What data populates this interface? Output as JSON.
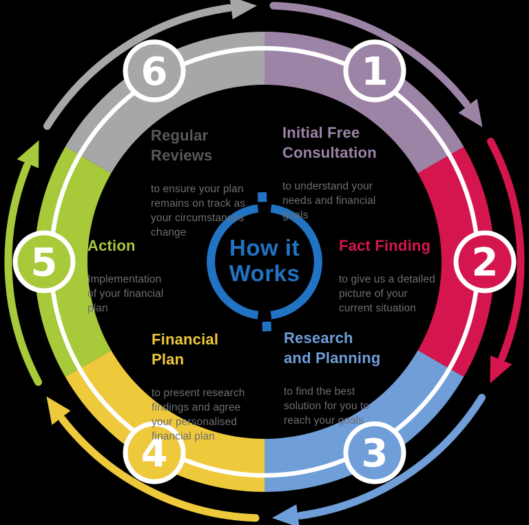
{
  "title": "How it Works",
  "background_color": "#000000",
  "white": "#ffffff",
  "description_text_color": "#6d6e70",
  "center": {
    "label": "How it\nWorks",
    "ring_color": "#2173c4",
    "text_color": "#2173c4"
  },
  "steps": [
    {
      "number": "1",
      "title": "Initial Free\nConsultation",
      "title_color": "#9c84a6",
      "color": "#9c84a6",
      "description": "to understand your\nneeds and financial\ngoals"
    },
    {
      "number": "2",
      "title": "Fact Finding",
      "title_color": "#d5164e",
      "color": "#d5164e",
      "description": "to give us a detailed\npicture of your\ncurrent situation"
    },
    {
      "number": "3",
      "title": "Research\nand Planning",
      "title_color": "#6f9ed9",
      "color": "#6f9ed9",
      "description": "to find the best\nsolution for you to\nreach your goals"
    },
    {
      "number": "4",
      "title": "Financial\nPlan",
      "title_color": "#eec93c",
      "color": "#eec93c",
      "description": "to present research\nfindings and agree\nyour personalised\nfinancial plan"
    },
    {
      "number": "5",
      "title": "Action",
      "title_color": "#a7c93a",
      "color": "#a7c93a",
      "description": "Implementation\nof your financial\nplan"
    },
    {
      "number": "6",
      "title": "Regular\nReviews",
      "title_color": "#58595b",
      "color": "#a7a7a7",
      "description": "to ensure your plan\nremains on track as\nyour circumstances\nchange"
    }
  ]
}
